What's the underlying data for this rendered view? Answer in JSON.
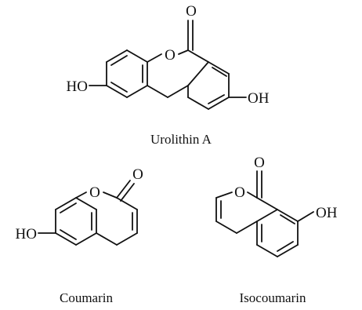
{
  "molecules": [
    {
      "name": "Urolithin A",
      "atoms": {
        "carbonyl_o": "O",
        "ring_o": "O",
        "left_oh": "HO",
        "right_oh": "OH"
      }
    },
    {
      "name": "Coumarin",
      "atoms": {
        "carbonyl_o": "O",
        "ring_o": "O",
        "oh": "HO"
      }
    },
    {
      "name": "Isocoumarin",
      "atoms": {
        "carbonyl_o": "O",
        "ring_o": "O",
        "oh": "OH"
      }
    }
  ],
  "colors": {
    "ink": "#111111",
    "background": "#ffffff"
  }
}
